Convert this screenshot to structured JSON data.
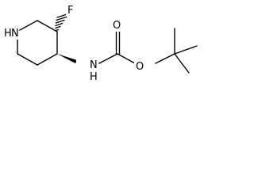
{
  "molecule": {
    "atoms": {
      "N_ring": "N",
      "F": "F",
      "O_carbonyl": "O",
      "O_ester": "O",
      "N_amide": "N",
      "H_amide": "H"
    }
  }
}
